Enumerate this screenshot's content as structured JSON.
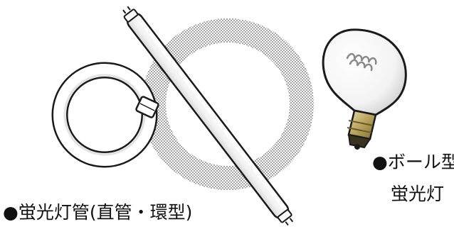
{
  "captions": {
    "tubes": "●蛍光灯管(直管・環型)",
    "ball_line1": "●ボール型",
    "ball_line2": "蛍光灯"
  },
  "icons": [
    "circular-tube-icon",
    "straight-tube-icon",
    "ball-bulb-icon",
    "dotted-ring-icon"
  ],
  "colors": {
    "outline": "#1a1a1a",
    "glass": "#ffffff",
    "base_metal": "#b8a25c",
    "dots": "#5a5a5a"
  }
}
